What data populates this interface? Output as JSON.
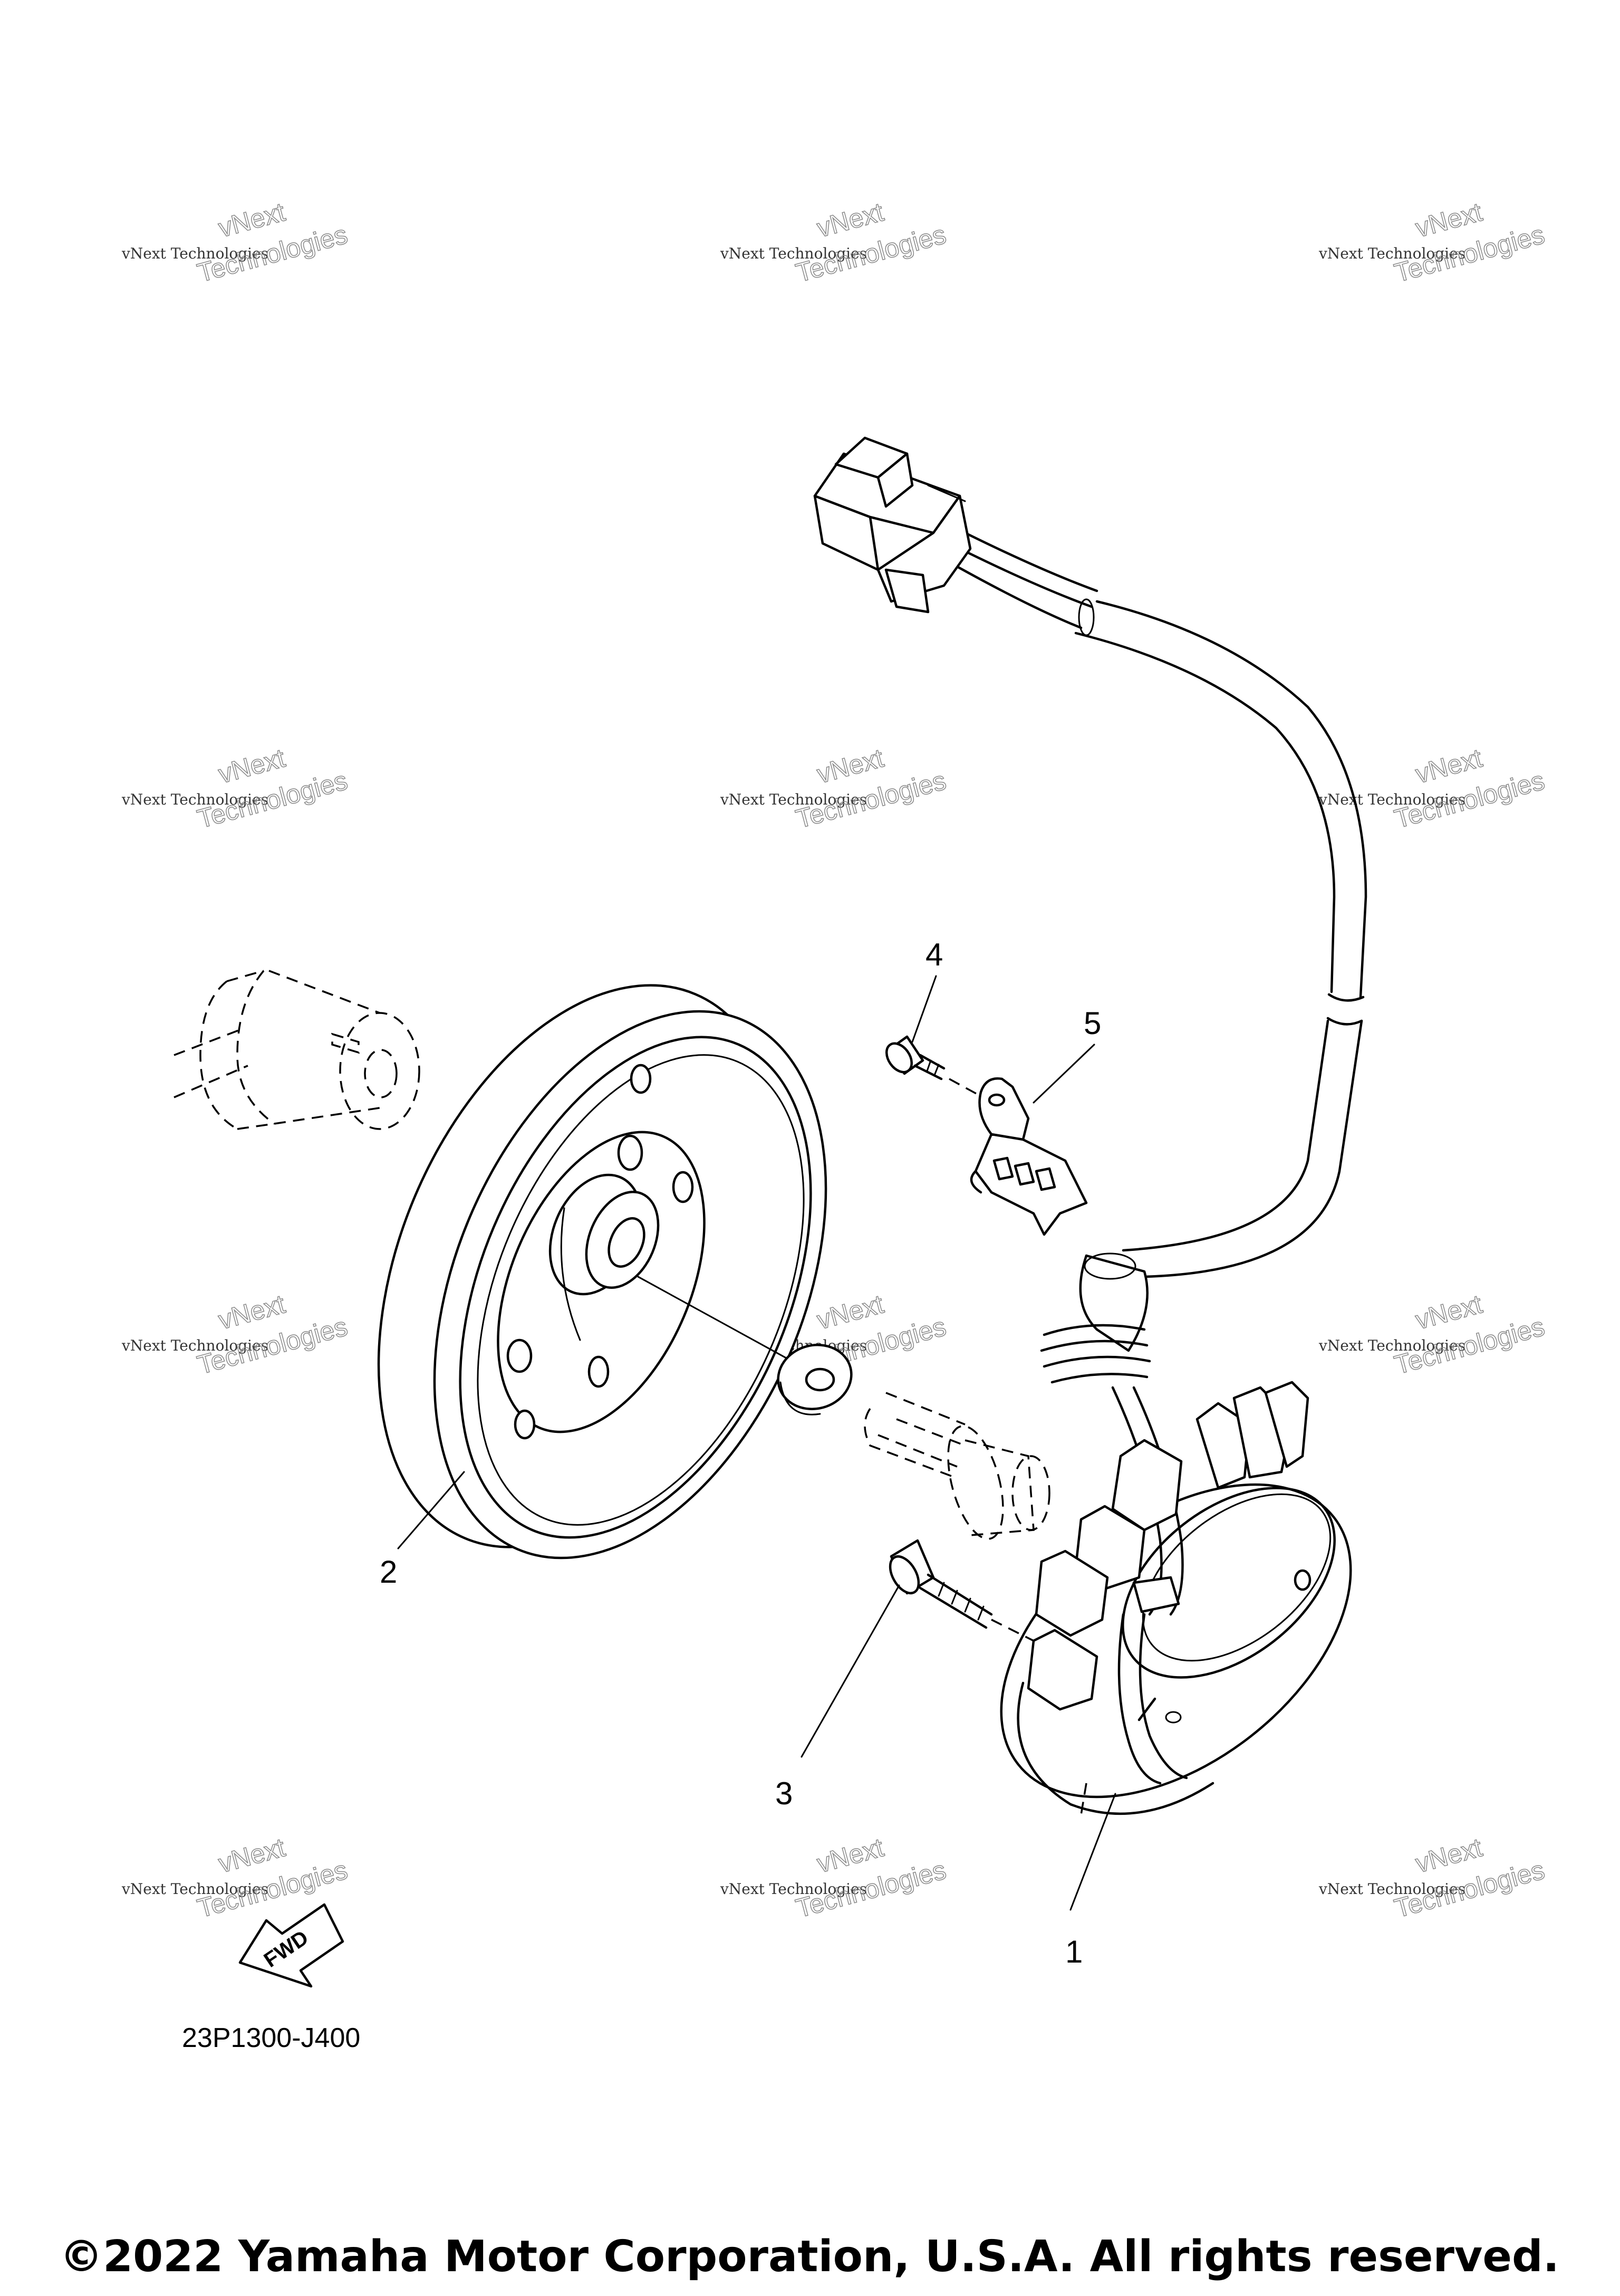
{
  "watermark": {
    "line1": "vNext Technologies",
    "line2": "vNext",
    "line3": "Technologies"
  },
  "callouts": [
    "1",
    "2",
    "3",
    "4",
    "5"
  ],
  "parts": [
    {
      "callout": "1",
      "name": "stator-assembly"
    },
    {
      "callout": "2",
      "name": "rotor-flywheel"
    },
    {
      "callout": "3",
      "name": "stator-screw"
    },
    {
      "callout": "4",
      "name": "clamp-screw"
    },
    {
      "callout": "5",
      "name": "lead-wire-clamp"
    }
  ],
  "fwd_label": "FWD",
  "diagram_code": "23P1300-J400",
  "copyright": "©2022 Yamaha Motor Corporation, U.S.A. All rights reserved."
}
